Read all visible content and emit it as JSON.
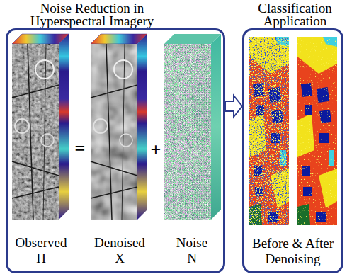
{
  "diagram": {
    "nodes": [
      {
        "text": [
          "Noise Reduction in Hyperspectral Imagery"
        ]
      },
      {
        "text": [
          "Observed H"
        ],
        "in": 0
      },
      {
        "text": [
          "Denoised X"
        ],
        "in": 0
      },
      {
        "text": [
          "Noise N"
        ],
        "in": 0
      },
      {
        "text": [
          "Classification Application",
          "Before & After Denoising"
        ]
      }
    ],
    "edges": [
      {
        "from": 0,
        "to": 4,
        "arrow": "to"
      }
    ],
    "labels": [
      "=",
      "+"
    ]
  }
}
